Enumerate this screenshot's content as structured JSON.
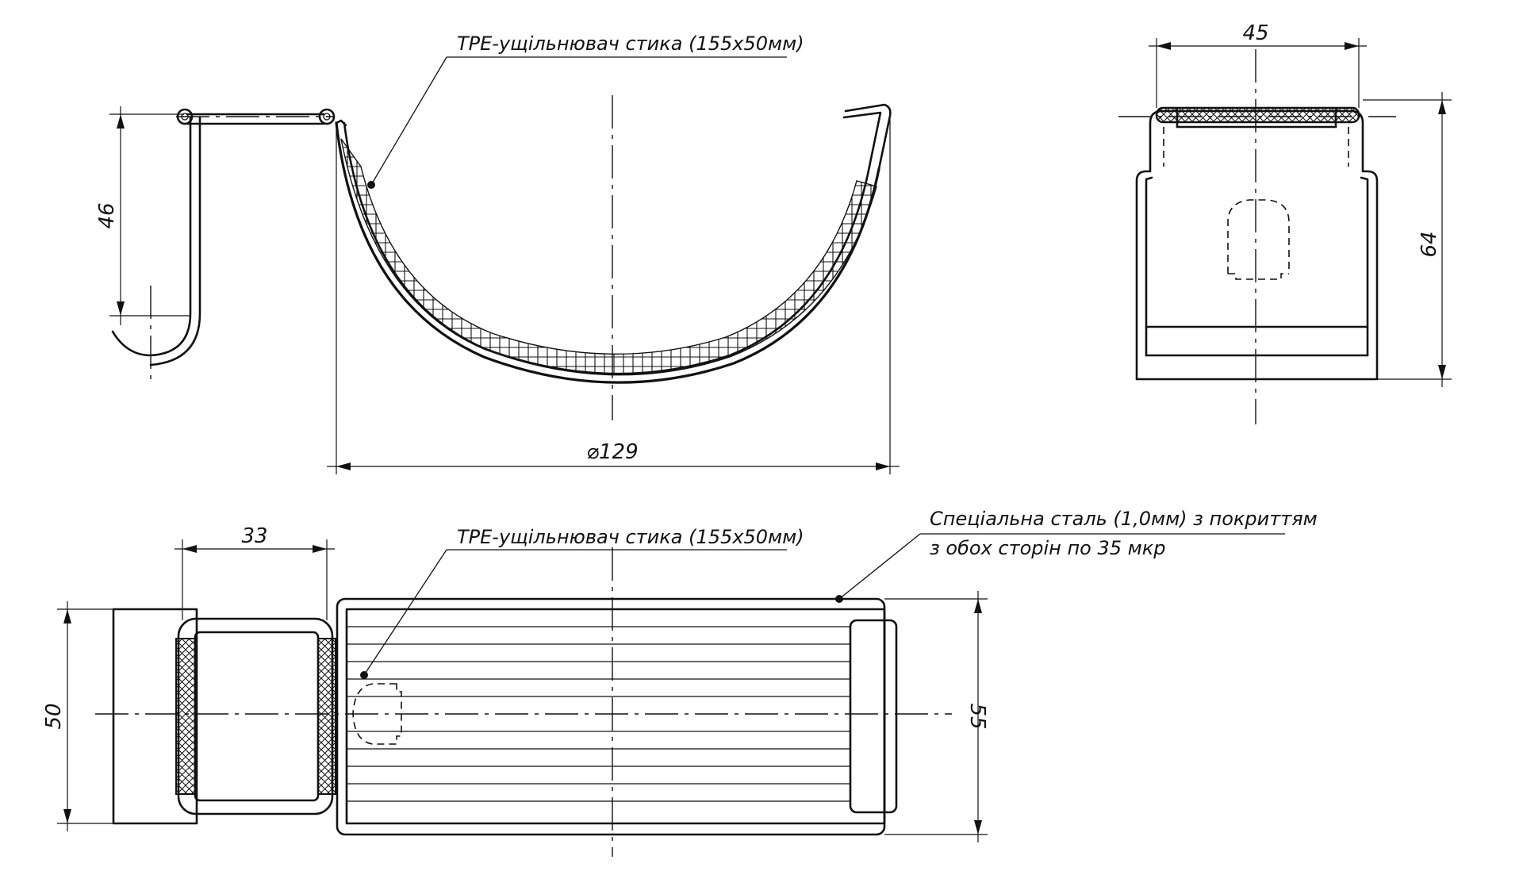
{
  "notes": {
    "tpe_top": "TPE-ущільнювач стика (155x50мм)",
    "tpe_bottom": "TPE-ущільнювач стика (155x50мм)",
    "material_line1": "Спеціальна сталь (1,0мм) з покриттям",
    "material_line2": "з обох сторін по 35 мкр"
  },
  "dimensions": {
    "clip_height": "46",
    "diameter": "⌀129",
    "end_width": "45",
    "end_height": "64",
    "top_clip_length": "33",
    "top_clip_width": "50",
    "top_body_width": "55"
  }
}
